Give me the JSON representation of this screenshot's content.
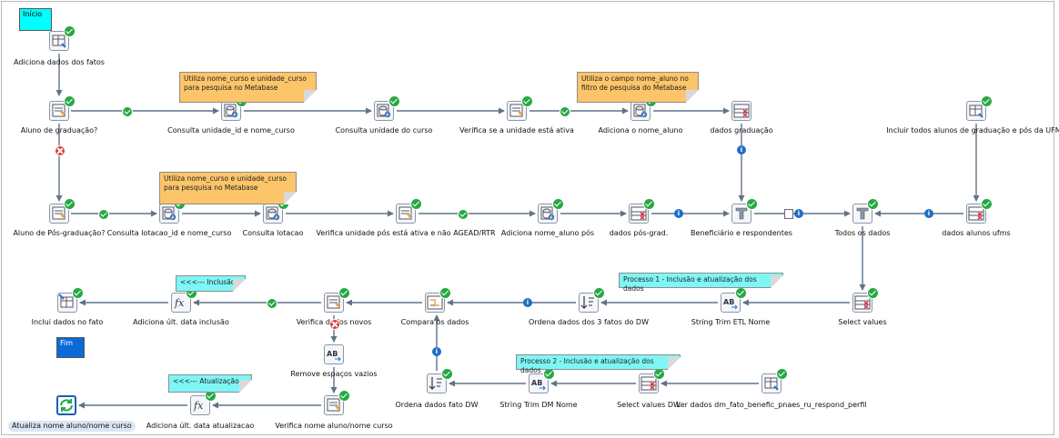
{
  "start": {
    "label": "Início",
    "color": "#00ffff"
  },
  "end": {
    "label": "Fim",
    "color": "#0a6ad8"
  },
  "notes": {
    "n1": "Utiliza nome_curso e unidade_curso para pesquisa no Metabase",
    "n2": "Utiliza o campo nome_aluno no filtro de pesquisa do Metabase",
    "n3": "Utiliza nome_curso e unidade_curso para pesquisa no Metabase",
    "n4": "<<<--- Inclusão",
    "n5": "Processo 1 - Inclusão e atualização dos dados",
    "n6": "Processo 2 - Inclusão e atualização dos dados",
    "n7": "<<<--- Atualização"
  },
  "steps": {
    "s1": "Adiciona dados dos fatos",
    "s2": "Aluno de graduação?",
    "s3": "Consulta unidade_id e nome_curso",
    "s4": "Consulta unidade do curso",
    "s5": "Verifica se a unidade está ativa",
    "s6": "Adiciona o nome_aluno",
    "s7": "dados graduação",
    "s8": "Incluir todos alunos de graduação e pós da UFMS",
    "s9": "Aluno de Pós-graduação?",
    "s10": "Consulta lotacao_id e nome_curso",
    "s11": "Consulta lotacao",
    "s12": "Verifica unidade pós está ativa e não AGEAD/RTR",
    "s13": "Adiciona nome_aluno pós",
    "s14": "dados pós-grad.",
    "s15": "Beneficiário e respondentes",
    "s16": "Todos os dados",
    "s17": "dados alunos ufms",
    "s18": "Inclui dados no fato",
    "s19": "Adiciona últ. data inclusão",
    "s20": "Verifica dados novos",
    "s21": "Compara os dados",
    "s22": "Ordena dados dos 3 fatos do DW",
    "s23": "String Trim ETL Nome",
    "s24": "Select values",
    "s25": "Remove espaços vazios",
    "s26": "Ordena dados fato DW",
    "s27": "String Trim DM Nome",
    "s28": "Select values DW",
    "s29": "Ler dados dm_fato_benefic_pnaes_ru_respond_perfil",
    "s30": "Adiciona últ. data atualizacao",
    "s31": "Verifica nome aluno/nome curso",
    "s32": "Atualiza nome aluno/nome curso"
  },
  "icons": {
    "s1": "table-input-icon",
    "s2": "filter-icon",
    "s3": "db-lookup-icon",
    "s4": "db-lookup-icon",
    "s5": "filter-icon",
    "s6": "db-lookup-icon",
    "s7": "select-values-icon",
    "s8": "table-input-icon",
    "s9": "filter-icon",
    "s10": "db-lookup-icon",
    "s11": "db-lookup-icon",
    "s12": "filter-icon",
    "s13": "db-lookup-icon",
    "s14": "select-values-icon",
    "s15": "append-icon",
    "s16": "append-icon",
    "s17": "select-values-icon",
    "s18": "table-output-icon",
    "s19": "formula-icon",
    "s20": "filter-icon",
    "s21": "merge-rows-icon",
    "s22": "sort-icon",
    "s23": "string-trim-icon",
    "s24": "select-values-icon",
    "s25": "string-trim-icon",
    "s26": "sort-icon",
    "s27": "string-trim-icon",
    "s28": "select-values-icon",
    "s29": "table-input-icon",
    "s30": "formula-icon",
    "s31": "filter-icon",
    "s32": "sync-icon"
  },
  "colors": {
    "ok": "#27a844",
    "info": "#1f6ec6",
    "fail": "#e03a3a",
    "hop": "#5f7387"
  }
}
